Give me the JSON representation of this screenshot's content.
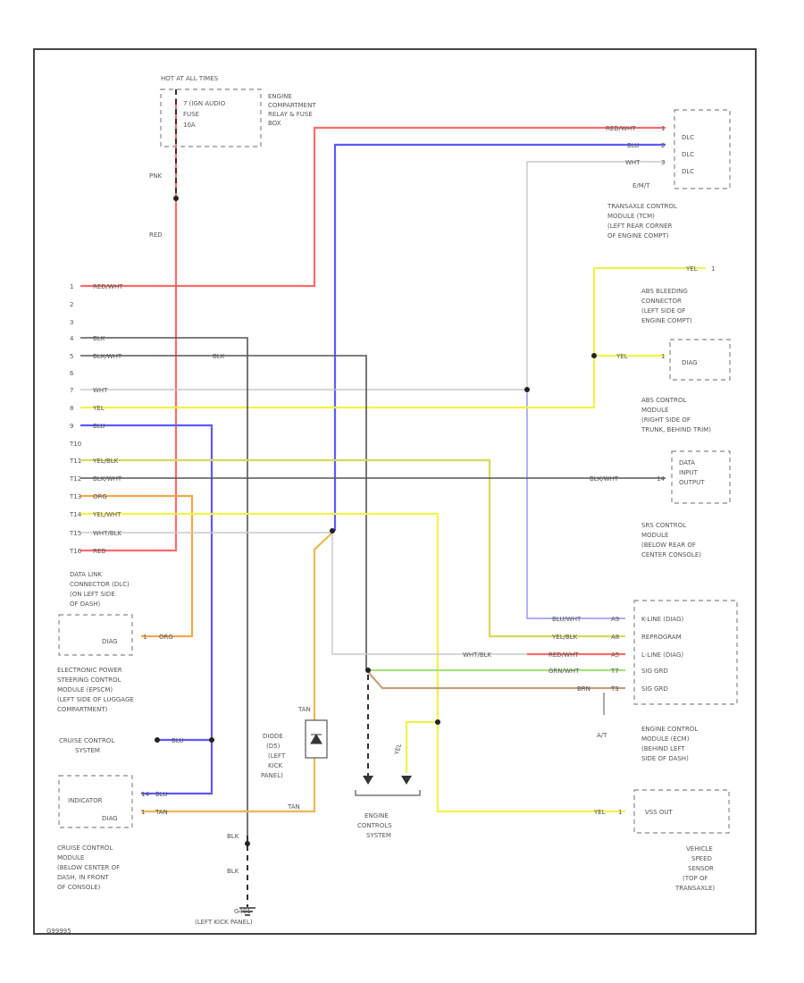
{
  "fuse_block": {
    "hot": "HOT AT ALL TIMES",
    "fuse": "FUSE",
    "fuse_name": "7 (IGN AUDIO",
    "fuse_amps": "10A",
    "location": [
      "ENGINE",
      "COMPARTMENT",
      "RELAY & FUSE",
      "BOX"
    ],
    "wire_pnk": "PNK",
    "wire_red": "RED"
  },
  "dlc": {
    "pins": [
      "1",
      "2",
      "3",
      "4",
      "5",
      "6",
      "7",
      "8",
      "9",
      "T10",
      "T11",
      "T12",
      "T13",
      "T14",
      "T15",
      "T16"
    ],
    "wires": [
      "RED/WHT",
      "",
      "",
      "BLK",
      "BLK/WHT",
      "",
      "WHT",
      "YEL",
      "BLU",
      "",
      "YEL/BLK",
      "BLK/WHT",
      "ORG",
      "YEL/WHT",
      "WHT/BLK",
      "RED"
    ],
    "label": [
      "DATA LINK",
      "CONNECTOR (DLC)",
      "(ON LEFT SIDE",
      "OF DASH)"
    ]
  },
  "tcm": {
    "pins": [
      "DLC",
      "DLC",
      "DLC"
    ],
    "wires": [
      "RED/WHT",
      "BLU",
      "WHT"
    ],
    "pin_nums": [
      "1",
      "2",
      "3"
    ],
    "note": "E/M/T",
    "label": [
      "TRANSAXLE CONTROL",
      "MODULE (TCM)",
      "(LEFT REAR CORNER",
      "OF ENGINE COMPT)"
    ]
  },
  "abs_connector": {
    "wire": "YEL",
    "pin": "1",
    "label": [
      "ABS BLEEDING",
      "CONNECTOR",
      "(LEFT SIDE OF",
      "ENGINE COMPT)"
    ]
  },
  "abs_module": {
    "pin_label": "DIAG",
    "wire": "YEL",
    "pin": "1",
    "label": [
      "ABS CONTROL",
      "MODULE",
      "(RIGHT SIDE OF",
      "TRUNK, BEHIND TRIM)"
    ]
  },
  "srs": {
    "pin_label": [
      "DATA",
      "INPUT",
      "OUTPUT"
    ],
    "wire": "BLK/WHT",
    "pin": "14",
    "label": [
      "SRS CONTROL",
      "MODULE",
      "(BELOW REAR OF",
      "CENTER CONSOLE)"
    ]
  },
  "eps": {
    "pin_label": "DIAG",
    "wire": "ORG",
    "pin": "1",
    "label": [
      "ELECTRONIC POWER",
      "STEERING CONTROL",
      "MODULE (EPSCM)",
      "(LEFT SIDE OF LUGGAGE",
      "COMPARTMENT)"
    ]
  },
  "cruise_system": {
    "label": [
      "CRUISE CONTROL",
      "SYSTEM"
    ],
    "wire": "BLU"
  },
  "cruise_module": {
    "pins": [
      "INDICATOR",
      "DIAG"
    ],
    "wires": [
      "BLU",
      "TAN"
    ],
    "pin_nums": [
      "14",
      "1"
    ],
    "label": [
      "CRUISE CONTROL",
      "MODULE",
      "(BELOW CENTER OF",
      "DASH, IN FRONT",
      "OF CONSOLE)"
    ]
  },
  "ground": {
    "wire_top": "BLK",
    "wire_bottom": "BLK",
    "label": [
      "G401",
      "(LEFT KICK PANEL)"
    ]
  },
  "diode": {
    "wire_top": "TAN",
    "wire_bottom": "TAN",
    "label": [
      "DIODE",
      "(D5)",
      "(LEFT",
      "KICK",
      "PANEL)"
    ]
  },
  "engine_controls": {
    "wire": "YEL",
    "label": [
      "ENGINE",
      "CONTROLS",
      "SYSTEM"
    ]
  },
  "ecm": {
    "pins": [
      "K-LINE (DIAG)",
      "REPROGRAM",
      "L-LINE (DIAG)",
      "SIG GRD",
      "SIG GRD"
    ],
    "wires": [
      "BLU/WHT",
      "YEL/BLK",
      "RED/WHT",
      "GRN/WHT",
      "BRN"
    ],
    "pin_nums": [
      "A9",
      "A8",
      "A5",
      "T7",
      "T3"
    ],
    "wht_blk": "WHT/BLK",
    "at_note": "A/T",
    "label": [
      "ENGINE CONTROL",
      "MODULE (ECM)",
      "(BEHIND LEFT",
      "SIDE OF DASH)"
    ]
  },
  "vss": {
    "pin_label": "VSS OUT",
    "wire": "YEL",
    "pin": "1",
    "label": [
      "VEHICLE",
      "SPEED",
      "SENSOR",
      "(TOP OF",
      "TRANSAXLE)"
    ]
  },
  "footer_code": "G99995",
  "colors": {
    "red": "#ff6a6a",
    "blue": "#5a5aff",
    "yellow": "#f2f24a",
    "orange": "#f4a64c",
    "tan": "#e8b850",
    "green": "#a8e080",
    "black": "#555555",
    "white": "#c8c8c8",
    "yelblk": "#d8d85a",
    "brown": "#c0a080"
  }
}
